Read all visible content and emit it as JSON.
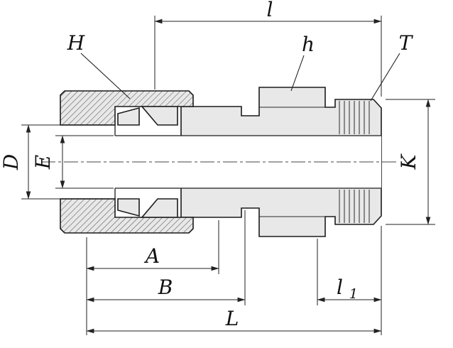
{
  "drawing": {
    "type": "technical-diagram",
    "subject": "Tube fitting male connector cross-section with dimension callouts",
    "labels": {
      "l": "l",
      "H": "H",
      "h": "h",
      "T": "T",
      "D": "D",
      "E": "E",
      "K": "K",
      "A": "A",
      "B": "B",
      "L": "L",
      "l1_main": "l",
      "l1_sub": "1"
    },
    "colors": {
      "background": "#ffffff",
      "line": "#1b1b1b",
      "fill": "#e8e8e8",
      "dimension": "#222222"
    }
  }
}
